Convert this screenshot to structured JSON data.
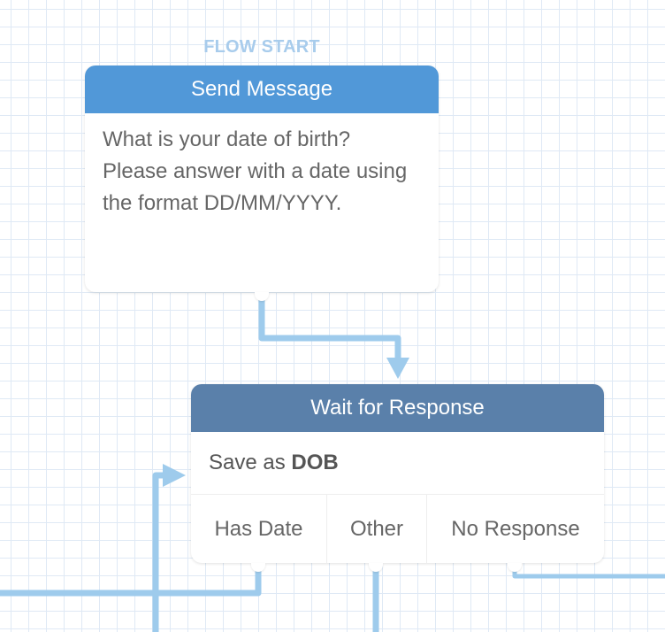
{
  "flow_start_label": "FLOW START",
  "send_node": {
    "header": "Send Message",
    "message": "What is your date of birth? Please answer with a date using the format DD/MM/YYYY."
  },
  "wait_node": {
    "header": "Wait for Response",
    "save_prefix": "Save as ",
    "save_variable": "DOB",
    "categories": [
      {
        "label": "Has Date"
      },
      {
        "label": "Other"
      },
      {
        "label": "No Response"
      }
    ]
  },
  "colors": {
    "send_header": "#5198d8",
    "wait_header": "#5a80aa",
    "connector": "#9ecbec",
    "flow_start": "#a8ccec"
  }
}
